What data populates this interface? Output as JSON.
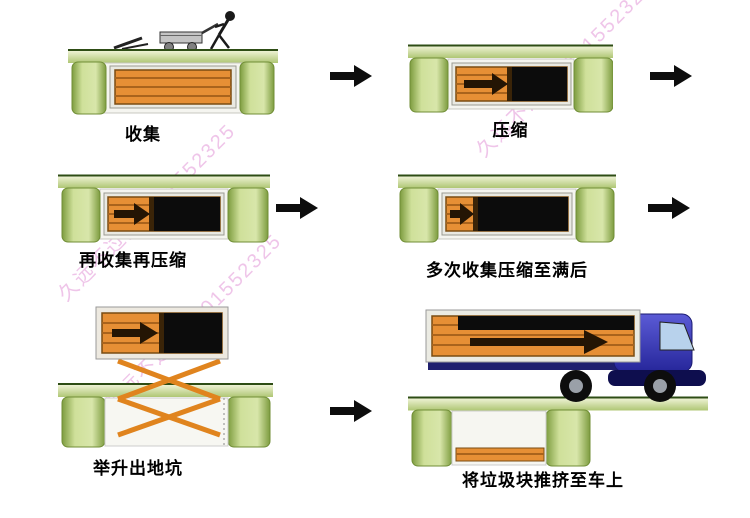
{
  "watermark": {
    "text": "久远不过期1301552325",
    "color": "#e496d7"
  },
  "stages": {
    "collect": {
      "label": "收集"
    },
    "compress": {
      "label": "压缩"
    },
    "recollect": {
      "label": "再收集再压缩"
    },
    "full": {
      "label": "多次收集压缩至满后"
    },
    "lift": {
      "label": "举升出地坑"
    },
    "push": {
      "label": "将垃圾块推挤至车上"
    }
  },
  "colors": {
    "ground_green": "#b2c878",
    "ground_edge": "#2e4d15",
    "wall_green": "#cfe09a",
    "container_orange": "#e68f35",
    "container_stripe": "#a9631c",
    "waste_black": "#0c0c0c",
    "push_arrow": "#241504",
    "scissor_orange": "#e0841e",
    "truck_blue": "#3434b4",
    "flow_arrow": "#0d0d0d"
  }
}
